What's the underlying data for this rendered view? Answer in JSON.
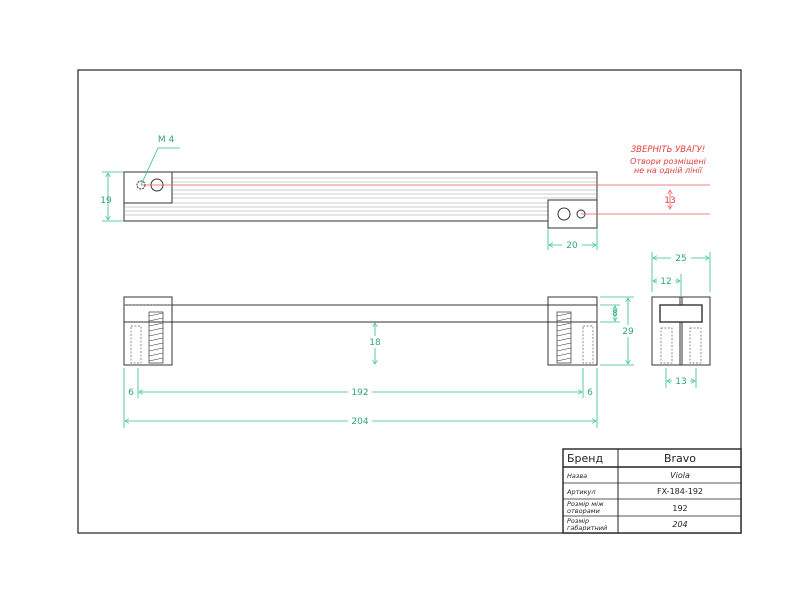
{
  "drawing": {
    "thread_label": "M 4",
    "warning": {
      "title": "ЗВЕРНІТЬ УВАГУ!",
      "line1": "Отвори розміщені",
      "line2": "не на одній лінії",
      "offset": "13"
    },
    "dimensions": {
      "top_height": "19",
      "top_block": "20",
      "front_edge_left": "6",
      "front_hole_spacing": "192",
      "front_edge_right": "6",
      "front_total": "204",
      "front_bar_height": "8",
      "front_total_height": "29",
      "front_clearance": "18",
      "side_width": "25",
      "side_half": "12",
      "side_bottom": "13"
    },
    "colors": {
      "dimension": "#2fbf8a",
      "warning": "#e85a5a"
    }
  },
  "title_block": {
    "brand_label": "Бренд",
    "brand_value": "Bravo",
    "rows": [
      {
        "label": "Назва",
        "value": "Viola"
      },
      {
        "label": "Артикул",
        "value": "FX-184-192"
      },
      {
        "label1": "Розмір між",
        "label2": "отворами",
        "value": "192"
      },
      {
        "label1": "Розмір",
        "label2": "габаритний",
        "value": "204"
      }
    ]
  }
}
